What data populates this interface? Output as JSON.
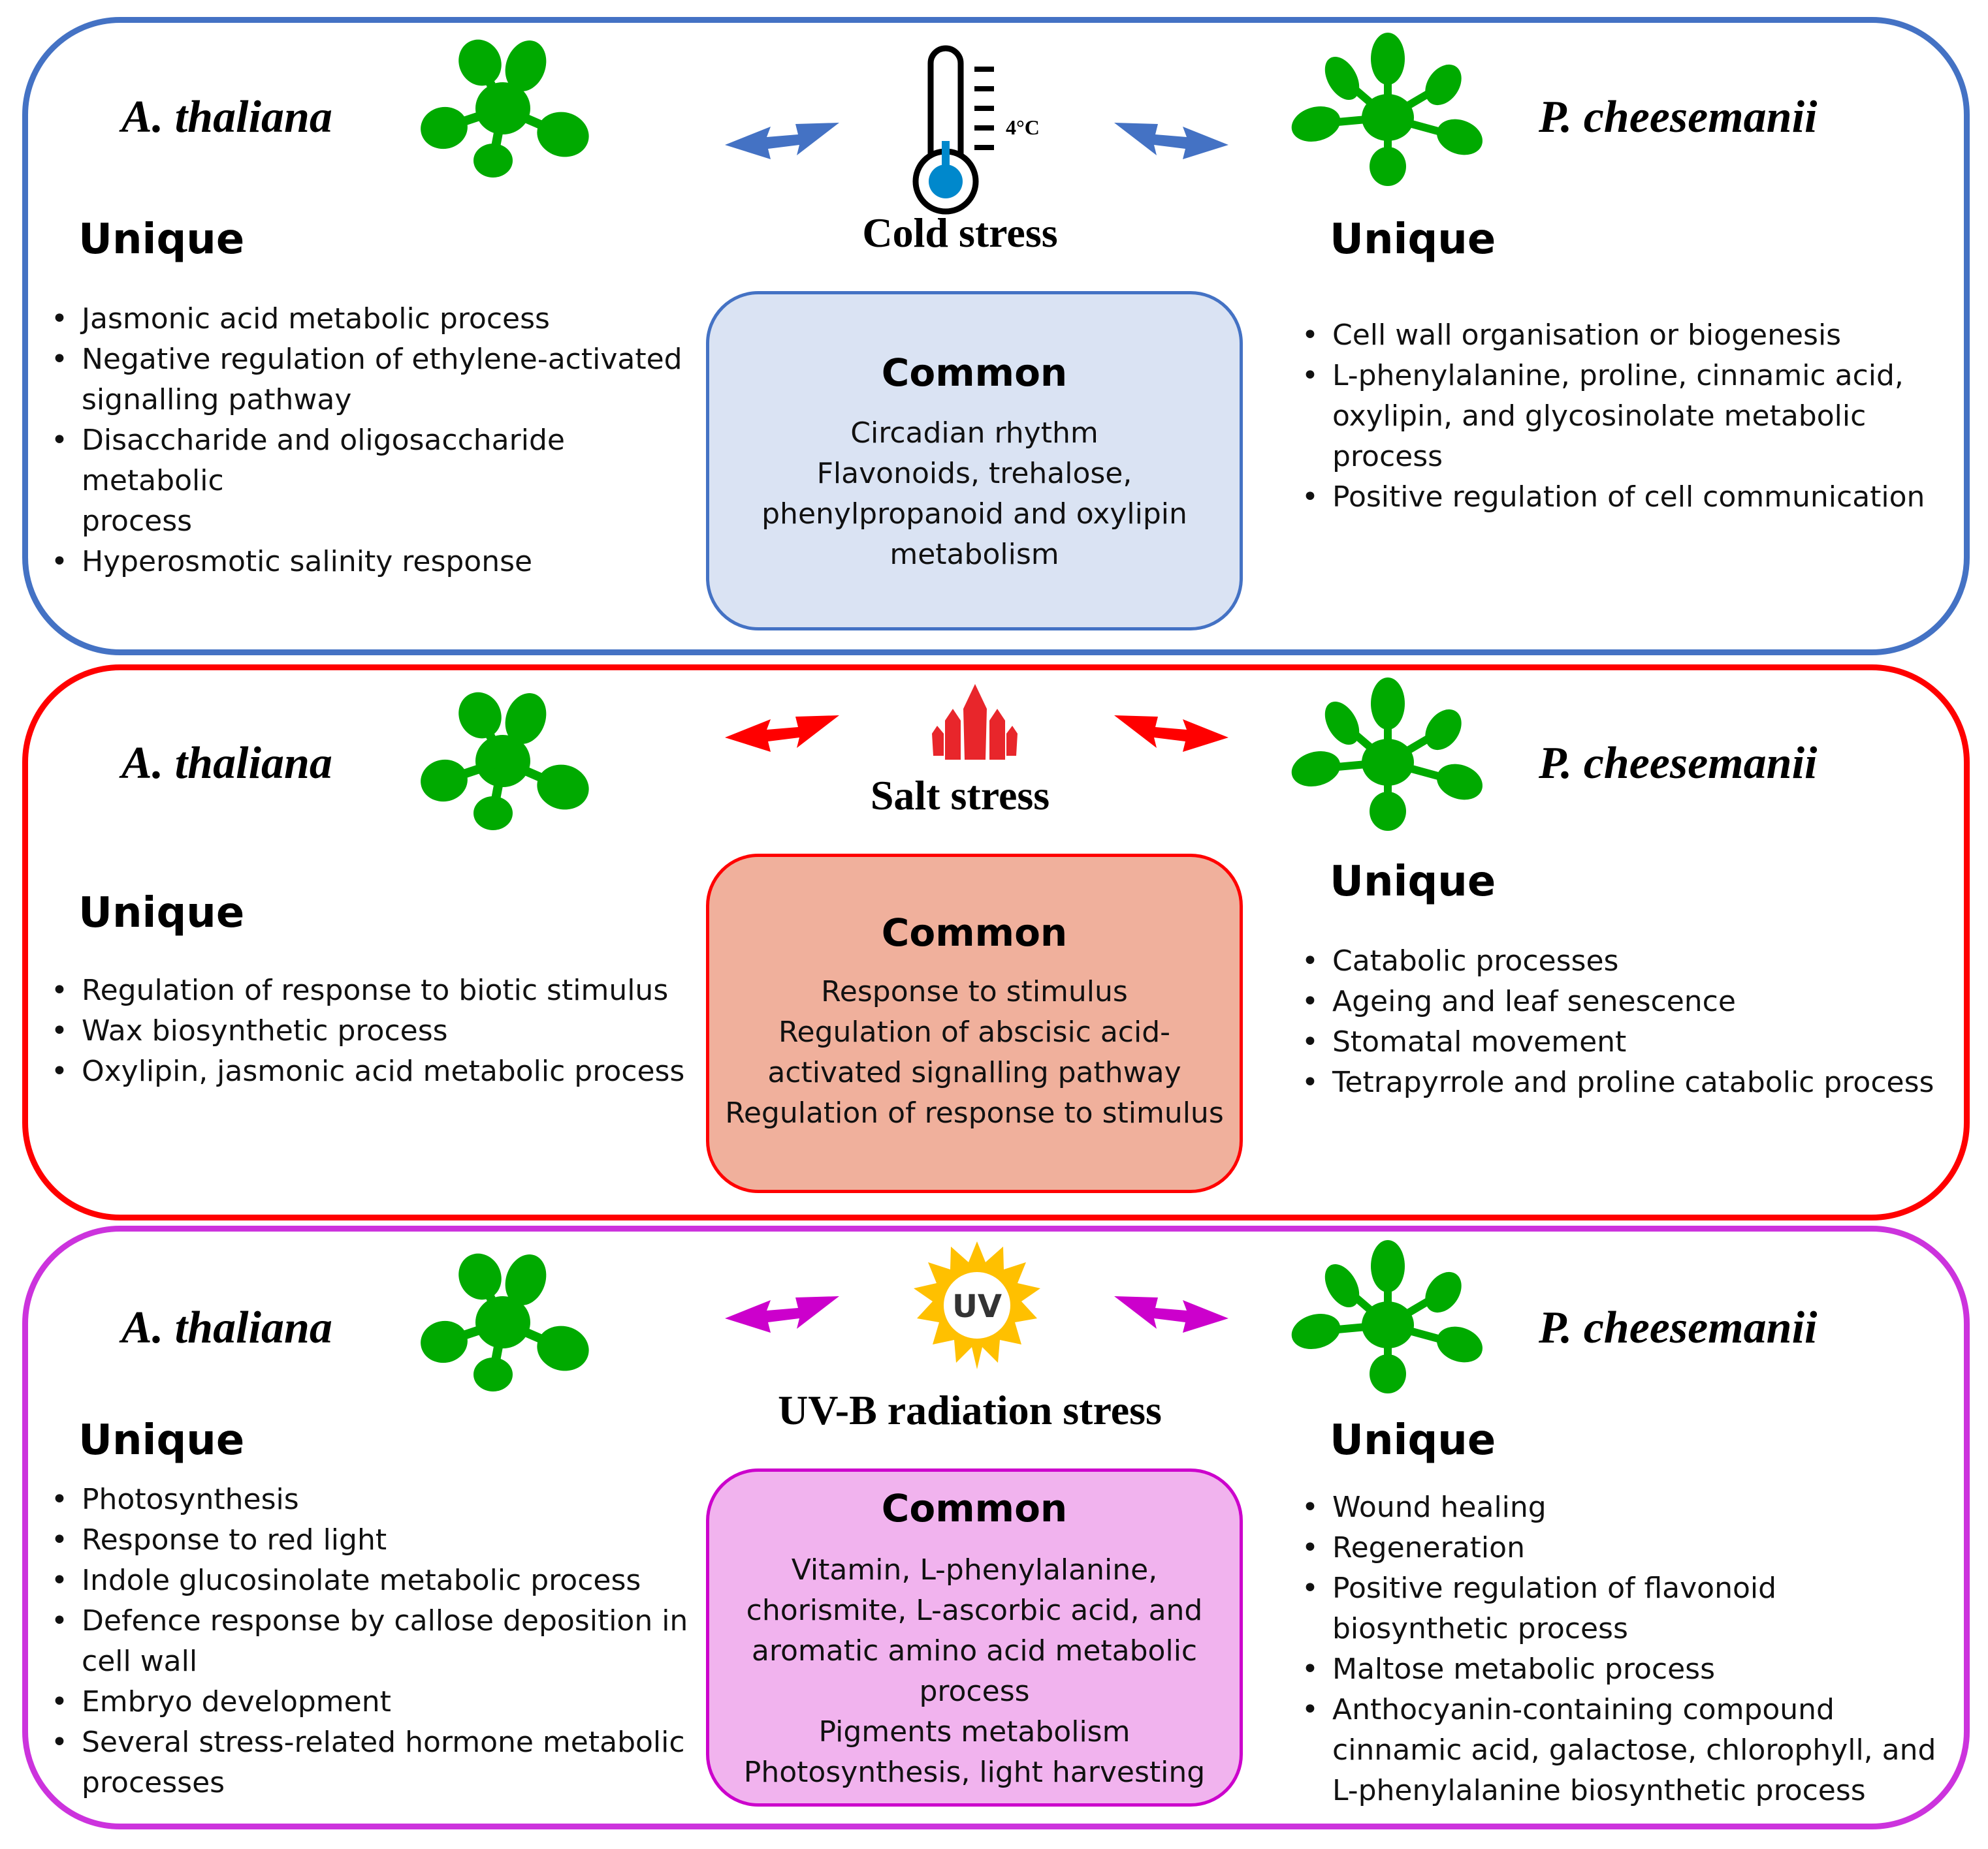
{
  "colors": {
    "cold": "#4472c4",
    "salt": "#ff0000",
    "uv": "#cc33dd",
    "plant": "#00aa00"
  },
  "panels": [
    {
      "id": "cold",
      "stress_title": "Cold stress",
      "icon": "thermometer-icon",
      "icon_label": "4°C",
      "left_species": "A. thaliana",
      "right_species": "P. cheesemanii",
      "left_unique_heading": "Unique",
      "right_unique_heading": "Unique",
      "left_unique_items": [
        [
          "Jasmonic acid metabolic process"
        ],
        [
          "Negative regulation of ethylene-activated",
          "signalling pathway"
        ],
        [
          "Disaccharide and oligosaccharide metabolic",
          "process"
        ],
        [
          "Hyperosmotic salinity response"
        ]
      ],
      "right_unique_items": [
        [
          "Cell wall organisation or biogenesis"
        ],
        [
          "L-phenylalanine, proline, cinnamic acid,",
          "oxylipin, and glycosinolate metabolic",
          "process"
        ],
        [
          "Positive regulation of cell communication"
        ]
      ],
      "common_heading": "Common",
      "common_lines": [
        "Circadian rhythm",
        "Flavonoids, trehalose,",
        "phenylpropanoid and oxylipin",
        "metabolism"
      ]
    },
    {
      "id": "salt",
      "stress_title": "Salt stress",
      "icon": "salt-crystal-icon",
      "left_species": "A. thaliana",
      "right_species": "P. cheesemanii",
      "left_unique_heading": "Unique",
      "right_unique_heading": "Unique",
      "left_unique_items": [
        [
          "Regulation of response to biotic stimulus"
        ],
        [
          "Wax biosynthetic process"
        ],
        [
          "Oxylipin, jasmonic acid metabolic process"
        ]
      ],
      "right_unique_items": [
        [
          "Catabolic processes"
        ],
        [
          "Ageing and leaf senescence"
        ],
        [
          "Stomatal movement"
        ],
        [
          "Tetrapyrrole and proline catabolic process"
        ]
      ],
      "common_heading": "Common",
      "common_lines": [
        "Response to stimulus",
        "Regulation of abscisic acid-",
        "activated signalling pathway",
        "Regulation of response to stimulus"
      ]
    },
    {
      "id": "uv",
      "stress_title": "UV-B radiation stress",
      "icon": "uv-sun-icon",
      "icon_label": "UV",
      "left_species": "A. thaliana",
      "right_species": "P. cheesemanii",
      "left_unique_heading": "Unique",
      "right_unique_heading": "Unique",
      "left_unique_items": [
        [
          "Photosynthesis"
        ],
        [
          "Response to red light"
        ],
        [
          "Indole glucosinolate metabolic process"
        ],
        [
          "Defence response by callose deposition in",
          "cell wall"
        ],
        [
          "Embryo development"
        ],
        [
          "Several stress-related hormone metabolic",
          "processes"
        ]
      ],
      "right_unique_items": [
        [
          "Wound healing"
        ],
        [
          "Regeneration"
        ],
        [
          "Positive regulation of flavonoid",
          "biosynthetic process"
        ],
        [
          "Maltose metabolic process"
        ],
        [
          "Anthocyanin-containing compound",
          "cinnamic acid, galactose, chlorophyll, and",
          "L-phenylalanine biosynthetic process"
        ]
      ],
      "common_heading": "Common",
      "common_lines": [
        "Vitamin, L-phenylalanine,",
        "chorismite, L-ascorbic acid, and",
        "aromatic amino acid metabolic",
        "process",
        "Pigments metabolism",
        "Photosynthesis, light harvesting"
      ]
    }
  ]
}
